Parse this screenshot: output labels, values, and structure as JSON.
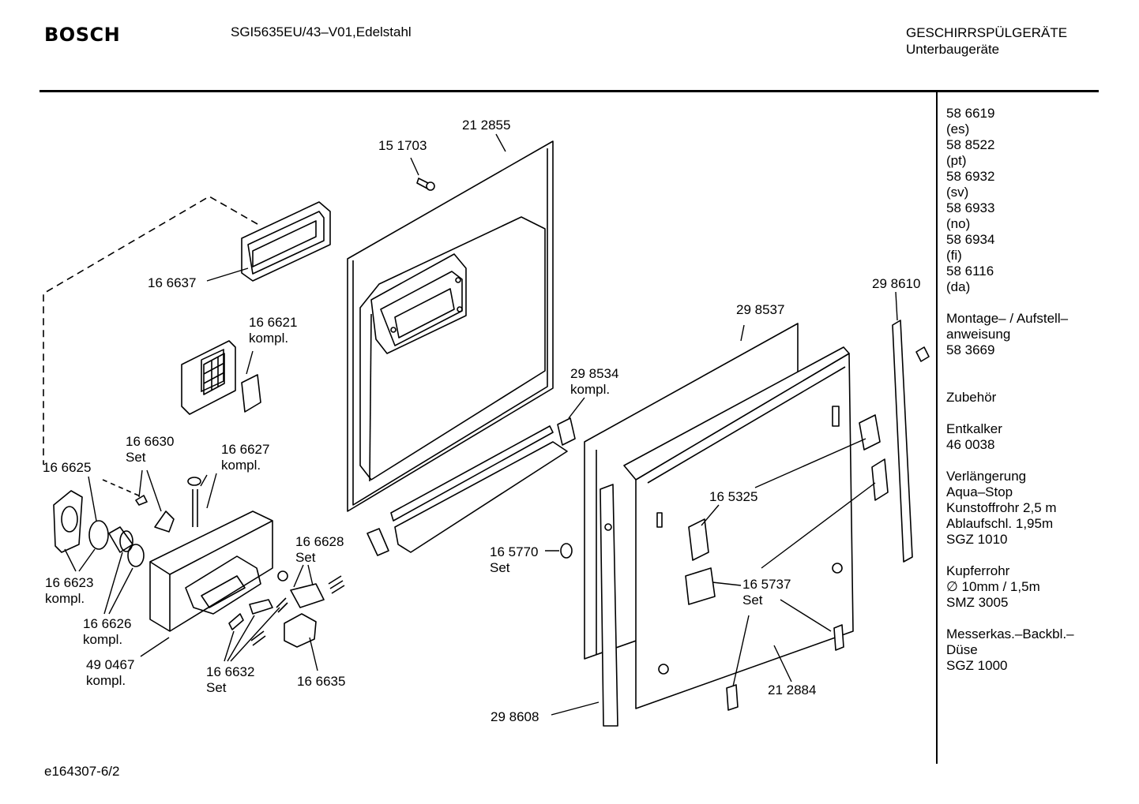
{
  "header": {
    "brand": "BOSCH",
    "model": "SGI5635EU/43–V01,Edelstahl",
    "category_line1": "GESCHIRRSPÜLGERÄTE",
    "category_line2": "Unterbaugeräte"
  },
  "footer": {
    "code": "e164307-6/2"
  },
  "sidebar": {
    "lines": [
      "58 6619",
      "(es)",
      "58 8522",
      "(pt)",
      "58 6932",
      "(sv)",
      "58 6933",
      "(no)",
      "58 6934",
      "(fi)",
      "58 6116",
      "(da)",
      "",
      "Montage– / Aufstell–",
      "anweisung",
      "58 3669",
      "",
      "",
      "Zubehör",
      "",
      "Entkalker",
      "46 0038",
      "",
      "Verlängerung",
      "Aqua–Stop",
      "Kunstoffrohr 2,5 m",
      "Ablaufschl. 1,95m",
      "SGZ 1010",
      "",
      "Kupferrohr",
      "∅ 10mm / 1,5m",
      "SMZ 3005",
      "",
      "Messerkas.–Backbl.–",
      "Düse",
      "SGZ 1000"
    ]
  },
  "parts": [
    {
      "id": "p212855",
      "text": "21 2855"
    },
    {
      "id": "p151703",
      "text": "15 1703"
    },
    {
      "id": "p166637",
      "text": "16 6637"
    },
    {
      "id": "p166621",
      "text": "16 6621\nkompl."
    },
    {
      "id": "p166630",
      "text": "16 6630\nSet"
    },
    {
      "id": "p166627",
      "text": "16 6627\nkompl."
    },
    {
      "id": "p166625",
      "text": "16 6625"
    },
    {
      "id": "p166623",
      "text": "16 6623\nkompl."
    },
    {
      "id": "p166626",
      "text": "16 6626\nkompl."
    },
    {
      "id": "p490467",
      "text": "49 0467\nkompl."
    },
    {
      "id": "p166628",
      "text": "16 6628\nSet"
    },
    {
      "id": "p166632",
      "text": "16 6632\nSet"
    },
    {
      "id": "p166635",
      "text": "16 6635"
    },
    {
      "id": "p298534",
      "text": "29 8534\nkompl."
    },
    {
      "id": "p298537",
      "text": "29 8537"
    },
    {
      "id": "p298610",
      "text": "29 8610"
    },
    {
      "id": "p165325",
      "text": "16 5325"
    },
    {
      "id": "p165770",
      "text": "16 5770\nSet"
    },
    {
      "id": "p165737",
      "text": "16 5737\nSet"
    },
    {
      "id": "p212884",
      "text": "21 2884"
    },
    {
      "id": "p298608",
      "text": "29 8608"
    }
  ]
}
